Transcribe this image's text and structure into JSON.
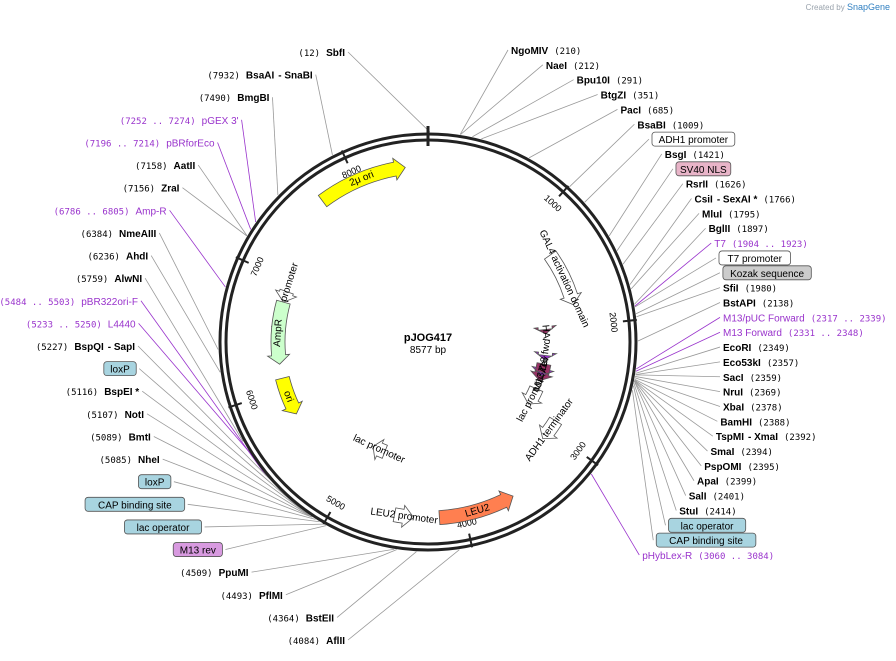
{
  "app": {
    "credit_prefix": "Created by",
    "credit_brand": "SnapGene"
  },
  "plasmid": {
    "name": "pJOG417",
    "size": "8577 bp"
  },
  "colors": {
    "enzyme": "#000000",
    "primer": "#9933cc",
    "line": "#888888",
    "backbone": "#222222"
  },
  "ticks": [
    {
      "label": "1000",
      "bp": 1000
    },
    {
      "label": "2000",
      "bp": 2000
    },
    {
      "label": "3000",
      "bp": 3000
    },
    {
      "label": "4000",
      "bp": 4000
    },
    {
      "label": "5000",
      "bp": 5000
    },
    {
      "label": "6000",
      "bp": 6000
    },
    {
      "label": "7000",
      "bp": 7000
    },
    {
      "label": "8000",
      "bp": 8000
    }
  ],
  "right_labels": [
    {
      "name": "NgoMIV",
      "pos": "(210)",
      "bp": 210,
      "kind": "enzyme"
    },
    {
      "name": "NaeI",
      "pos": "(212)",
      "bp": 212,
      "kind": "enzyme"
    },
    {
      "name": "Bpu10I",
      "pos": "(291)",
      "bp": 291,
      "kind": "enzyme"
    },
    {
      "name": "BtgZI",
      "pos": "(351)",
      "bp": 351,
      "kind": "enzyme"
    },
    {
      "name": "PacI",
      "pos": "(685)",
      "bp": 685,
      "kind": "enzyme"
    },
    {
      "name": "BsaBI",
      "pos": "(1009)",
      "bp": 1009,
      "kind": "enzyme"
    },
    {
      "name": "ADH1 promoter",
      "bp": 1150,
      "kind": "box",
      "fill": "#ffffff"
    },
    {
      "name": "BsgI",
      "pos": "(1421)",
      "bp": 1421,
      "kind": "enzyme"
    },
    {
      "name": "SV40 NLS",
      "bp": 1530,
      "kind": "box",
      "fill": "#e8b4c8"
    },
    {
      "name": "RsrII",
      "pos": "(1626)",
      "bp": 1626,
      "kind": "enzyme"
    },
    {
      "name": "CsiI",
      "pos": "",
      "bp": 1766,
      "kind": "enzyme",
      "extra": "- SexAI *",
      "extra_pos": "(1766)"
    },
    {
      "name": "MluI",
      "pos": "(1795)",
      "bp": 1795,
      "kind": "enzyme"
    },
    {
      "name": "BglII",
      "pos": "(1897)",
      "bp": 1897,
      "kind": "enzyme"
    },
    {
      "name": "T7",
      "pos": "(1904 .. 1923)",
      "bp": 1910,
      "kind": "primer"
    },
    {
      "name": "T7 promoter",
      "bp": 1915,
      "kind": "box",
      "fill": "#ffffff"
    },
    {
      "name": "Kozak sequence",
      "bp": 1960,
      "kind": "box",
      "fill": "#cccccc"
    },
    {
      "name": "SfiI",
      "pos": "(1980)",
      "bp": 1980,
      "kind": "enzyme"
    },
    {
      "name": "BstAPI",
      "pos": "(2138)",
      "bp": 2138,
      "kind": "enzyme"
    },
    {
      "name": "M13/pUC Forward",
      "pos": "(2317 .. 2339)",
      "bp": 2320,
      "kind": "primer"
    },
    {
      "name": "M13 Forward",
      "pos": "(2331 .. 2348)",
      "bp": 2335,
      "kind": "primer"
    },
    {
      "name": "EcoRI",
      "pos": "(2349)",
      "bp": 2349,
      "kind": "enzyme"
    },
    {
      "name": "Eco53kI",
      "pos": "(2357)",
      "bp": 2357,
      "kind": "enzyme"
    },
    {
      "name": "SacI",
      "pos": "(2359)",
      "bp": 2359,
      "kind": "enzyme"
    },
    {
      "name": "NruI",
      "pos": "(2369)",
      "bp": 2369,
      "kind": "enzyme"
    },
    {
      "name": "XbaI",
      "pos": "(2378)",
      "bp": 2378,
      "kind": "enzyme"
    },
    {
      "name": "BamHI",
      "pos": "(2388)",
      "bp": 2388,
      "kind": "enzyme"
    },
    {
      "name": "TspMI",
      "pos": "",
      "bp": 2392,
      "kind": "enzyme",
      "extra": "- XmaI",
      "extra_pos": "(2392)"
    },
    {
      "name": "SmaI",
      "pos": "(2394)",
      "bp": 2394,
      "kind": "enzyme"
    },
    {
      "name": "PspOMI",
      "pos": "(2395)",
      "bp": 2395,
      "kind": "enzyme"
    },
    {
      "name": "ApaI",
      "pos": "(2399)",
      "bp": 2399,
      "kind": "enzyme"
    },
    {
      "name": "SalI",
      "pos": "(2401)",
      "bp": 2401,
      "kind": "enzyme"
    },
    {
      "name": "StuI",
      "pos": "(2414)",
      "bp": 2414,
      "kind": "enzyme"
    },
    {
      "name": "lac operator",
      "bp": 2430,
      "kind": "box",
      "fill": "#a8d4e0"
    },
    {
      "name": "CAP binding site",
      "bp": 2460,
      "kind": "box",
      "fill": "#a8d4e0"
    },
    {
      "name": "pHybLex-R",
      "pos": "(3060 .. 3084)",
      "bp": 3072,
      "kind": "primer"
    }
  ],
  "left_labels": [
    {
      "name": "SbfI",
      "pos": "(12)",
      "bp": 12,
      "kind": "enzyme"
    },
    {
      "name": "BsaAI",
      "pos": "(7932)",
      "bp": 7932,
      "kind": "enzyme",
      "extra": "- SnaBI"
    },
    {
      "name": "BmgBI",
      "pos": "(7490)",
      "bp": 7490,
      "kind": "enzyme"
    },
    {
      "name": "pGEX 3'",
      "pos": "(7252 .. 7274)",
      "bp": 7263,
      "kind": "primer"
    },
    {
      "name": "pBRforEco",
      "pos": "(7196 .. 7214)",
      "bp": 7205,
      "kind": "primer"
    },
    {
      "name": "AatII",
      "pos": "(7158)",
      "bp": 7158,
      "kind": "enzyme"
    },
    {
      "name": "ZraI",
      "pos": "(7156)",
      "bp": 7156,
      "kind": "enzyme"
    },
    {
      "name": "Amp-R",
      "pos": "(6786 .. 6805)",
      "bp": 6795,
      "kind": "primer"
    },
    {
      "name": "NmeAIII",
      "pos": "(6384)",
      "bp": 6384,
      "kind": "enzyme"
    },
    {
      "name": "AhdI",
      "pos": "(6236)",
      "bp": 6236,
      "kind": "enzyme"
    },
    {
      "name": "AlwNI",
      "pos": "(5759)",
      "bp": 5759,
      "kind": "enzyme"
    },
    {
      "name": "pBR322ori-F",
      "pos": "(5484 .. 5503)",
      "bp": 5493,
      "kind": "primer"
    },
    {
      "name": "L4440",
      "pos": "(5233 .. 5250)",
      "bp": 5241,
      "kind": "primer"
    },
    {
      "name": "BspQI",
      "pos": "(5227)",
      "bp": 5227,
      "kind": "enzyme",
      "extra": "- SapI"
    },
    {
      "name": "loxP",
      "bp": 5180,
      "kind": "box",
      "fill": "#a8d4e0"
    },
    {
      "name": "BspEI *",
      "pos": "(5116)",
      "bp": 5116,
      "kind": "enzyme"
    },
    {
      "name": "NotI",
      "pos": "(5107)",
      "bp": 5107,
      "kind": "enzyme"
    },
    {
      "name": "BmtI",
      "pos": "(5089)",
      "bp": 5089,
      "kind": "enzyme"
    },
    {
      "name": "NheI",
      "pos": "(5085)",
      "bp": 5085,
      "kind": "enzyme"
    },
    {
      "name": "loxP",
      "bp": 5060,
      "kind": "box",
      "fill": "#a8d4e0"
    },
    {
      "name": "CAP binding site",
      "bp": 5030,
      "kind": "box",
      "fill": "#a8d4e0"
    },
    {
      "name": "lac operator",
      "bp": 5000,
      "kind": "box",
      "fill": "#a8d4e0"
    },
    {
      "name": "M13 rev",
      "bp": 4980,
      "kind": "box",
      "fill": "#d89ae0"
    },
    {
      "name": "PpuMI",
      "pos": "(4509)",
      "bp": 4509,
      "kind": "enzyme"
    },
    {
      "name": "PflMI",
      "pos": "(4493)",
      "bp": 4493,
      "kind": "enzyme"
    },
    {
      "name": "BstEII",
      "pos": "(4364)",
      "bp": 4364,
      "kind": "enzyme"
    },
    {
      "name": "AflII",
      "pos": "(4084)",
      "bp": 4084,
      "kind": "enzyme"
    }
  ],
  "features": [
    {
      "name": "2μ ori",
      "start": 7700,
      "end": 8400,
      "color": "#ffff00",
      "ring": 1
    },
    {
      "name": "GAL4 activation domain",
      "start": 1300,
      "end": 1800,
      "color": "#ffffff",
      "ring": 2
    },
    {
      "name": "AmpR promoter",
      "start": 6900,
      "end": 6800,
      "color": "#ffffff",
      "ring": 2
    },
    {
      "name": "AmpR",
      "start": 6800,
      "end": 6230,
      "color": "#ccffcc",
      "ring": 2
    },
    {
      "name": "ori",
      "start": 6100,
      "end": 5750,
      "color": "#ffff00",
      "ring": 2
    },
    {
      "name": "LEU2",
      "start": 4200,
      "end": 3600,
      "color": "#ff7f50",
      "ring": 1
    },
    {
      "name": "LEU2 promoter",
      "start": 4550,
      "end": 4400,
      "color": "#ffffff",
      "ring": 1
    },
    {
      "name": "ADH1 terminator",
      "start": 2900,
      "end": 3100,
      "color": "#ffffff",
      "ring": 2
    },
    {
      "name": "lac promoter",
      "start": 2700,
      "end": 2900,
      "color": "#ffffff",
      "ring": 3
    },
    {
      "name": "lacZα",
      "start": 2400,
      "end": 2600,
      "color": "#993366",
      "ring": 3
    },
    {
      "name": "HA",
      "start": 2000,
      "end": 2050,
      "color": "#993366",
      "ring": 3
    },
    {
      "name": "M13 fwd",
      "start": 2300,
      "end": 2350,
      "color": "#9933cc",
      "ring": 3
    },
    {
      "name": "M13 rev",
      "start": 2500,
      "end": 2540,
      "color": "#9933cc",
      "ring": 3
    },
    {
      "name": "lac promoter",
      "start": 4800,
      "end": 4950,
      "color": "#ffffff",
      "ring": 3
    }
  ]
}
